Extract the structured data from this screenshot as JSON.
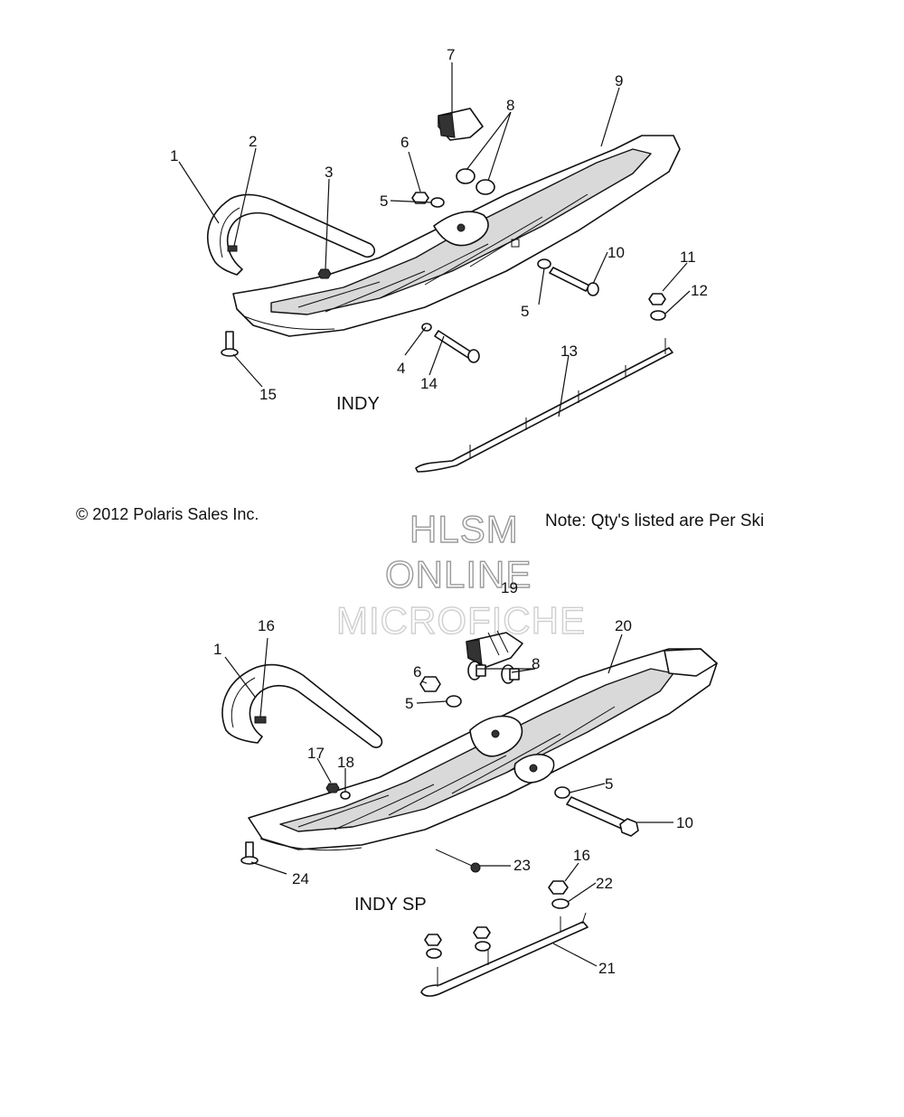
{
  "copyright": "© 2012 Polaris Sales Inc.",
  "note": "Note: Qty's listed are Per Ski",
  "watermark": [
    "HLSM",
    "ONLINE",
    "MICROFICHE"
  ],
  "upper": {
    "title": "INDY",
    "callouts": [
      "1",
      "2",
      "3",
      "4",
      "5",
      "5",
      "6",
      "7",
      "8",
      "9",
      "10",
      "11",
      "12",
      "13",
      "14",
      "15"
    ]
  },
  "lower": {
    "title": "INDY SP",
    "callouts": [
      "1",
      "16",
      "17",
      "18",
      "6",
      "5",
      "19",
      "8",
      "20",
      "5",
      "10",
      "16",
      "22",
      "23",
      "24",
      "21"
    ]
  }
}
